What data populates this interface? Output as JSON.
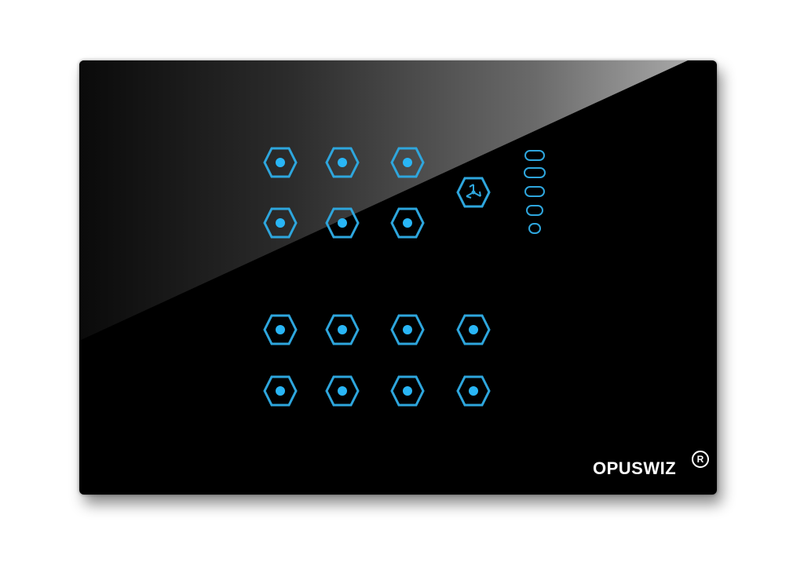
{
  "brand": {
    "name": "OPUSWIZ",
    "registered_mark": "R"
  },
  "colors": {
    "panel": "#000000",
    "accent": "#2ea6dd",
    "dot": "#29b6f6"
  },
  "icons": {
    "touch_button": "hexagon-dot-icon",
    "fan_button": "fan-icon",
    "speed_indicator": "fan-speed-levels"
  },
  "fan_speed_levels": 5
}
